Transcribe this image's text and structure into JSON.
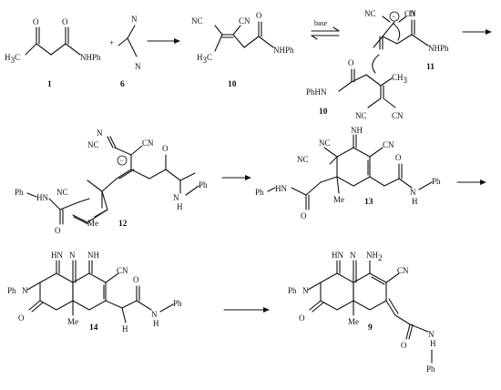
{
  "compounds": {
    "c1": "1",
    "c6": "6",
    "c10": "10",
    "c11": "11",
    "c10b": "10",
    "c12": "12",
    "c13": "13",
    "c14": "14",
    "c9": "9"
  },
  "reagents": {
    "base": "base",
    "plus": "+"
  },
  "atoms": {
    "O": "O",
    "N": "N",
    "NH": "NH",
    "HN": "HN",
    "H": "H",
    "CN": "CN",
    "NC": "NC",
    "NHPh": "NHPh",
    "PhHN": "PhHN",
    "Ph": "Ph",
    "Me": "Me",
    "H3C": "H",
    "CH3": "CH",
    "sub3": "3",
    "NH2": "NH",
    "sub2": "2",
    "minus": "−"
  }
}
